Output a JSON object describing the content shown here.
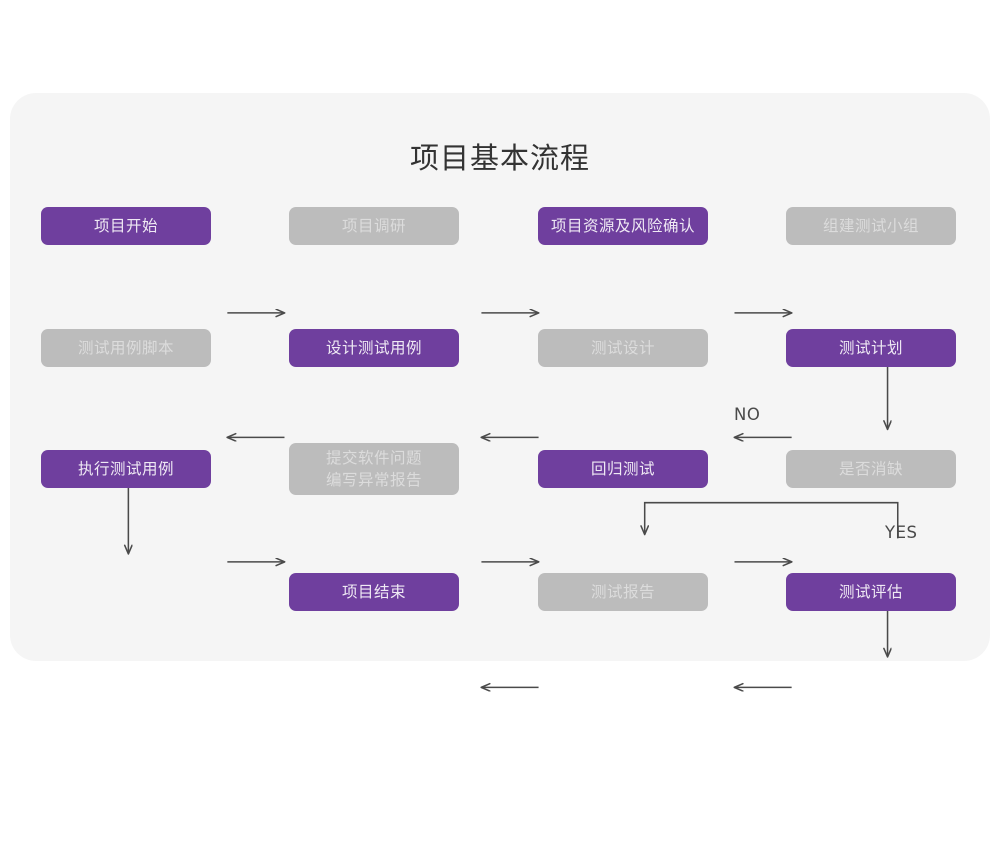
{
  "title": "项目基本流程",
  "colors": {
    "page_background": "#ffffff",
    "card_background": "#f5f5f5",
    "accent_purple": "#6f3f9e",
    "muted_gray": "#bcbcbc",
    "purple_text": "#efe9f4",
    "gray_text": "#dcdcdc",
    "arrow": "#4a4a4a",
    "title_text": "#333333"
  },
  "chart_data": {
    "type": "diagram",
    "diagram_type": "flowchart",
    "title": "项目基本流程",
    "nodes": [
      {
        "id": "n1",
        "label": "项目开始",
        "style": "purple",
        "row": 1,
        "col": 1
      },
      {
        "id": "n2",
        "label": "项目调研",
        "style": "gray",
        "row": 1,
        "col": 2
      },
      {
        "id": "n3",
        "label": "项目资源及风险确认",
        "style": "purple",
        "row": 1,
        "col": 3
      },
      {
        "id": "n4",
        "label": "组建测试小组",
        "style": "gray",
        "row": 1,
        "col": 4
      },
      {
        "id": "n5",
        "label": "测试用例脚本",
        "style": "gray",
        "row": 2,
        "col": 1
      },
      {
        "id": "n6",
        "label": "设计测试用例",
        "style": "purple",
        "row": 2,
        "col": 2
      },
      {
        "id": "n7",
        "label": "测试设计",
        "style": "gray",
        "row": 2,
        "col": 3
      },
      {
        "id": "n8",
        "label": "测试计划",
        "style": "purple",
        "row": 2,
        "col": 4
      },
      {
        "id": "n9",
        "label": "执行测试用例",
        "style": "purple",
        "row": 3,
        "col": 1
      },
      {
        "id": "n10",
        "label": "提交软件问题\n编写异常报告",
        "style": "gray",
        "row": 3,
        "col": 2
      },
      {
        "id": "n11",
        "label": "回归测试",
        "style": "purple",
        "row": 3,
        "col": 3
      },
      {
        "id": "n12",
        "label": "是否消缺",
        "style": "gray",
        "row": 3,
        "col": 4
      },
      {
        "id": "n13",
        "label": "项目结束",
        "style": "purple",
        "row": 4,
        "col": 2
      },
      {
        "id": "n14",
        "label": "测试报告",
        "style": "gray",
        "row": 4,
        "col": 3
      },
      {
        "id": "n15",
        "label": "测试评估",
        "style": "purple",
        "row": 4,
        "col": 4
      }
    ],
    "edges": [
      {
        "from": "n1",
        "to": "n2",
        "direction": "right",
        "label": ""
      },
      {
        "from": "n2",
        "to": "n3",
        "direction": "right",
        "label": ""
      },
      {
        "from": "n3",
        "to": "n4",
        "direction": "right",
        "label": ""
      },
      {
        "from": "n4",
        "to": "n8",
        "direction": "down",
        "label": ""
      },
      {
        "from": "n8",
        "to": "n7",
        "direction": "left",
        "label": ""
      },
      {
        "from": "n7",
        "to": "n6",
        "direction": "left",
        "label": ""
      },
      {
        "from": "n6",
        "to": "n5",
        "direction": "left",
        "label": ""
      },
      {
        "from": "n5",
        "to": "n9",
        "direction": "down",
        "label": ""
      },
      {
        "from": "n9",
        "to": "n10",
        "direction": "right",
        "label": ""
      },
      {
        "from": "n10",
        "to": "n11",
        "direction": "right",
        "label": ""
      },
      {
        "from": "n11",
        "to": "n12",
        "direction": "right",
        "label": ""
      },
      {
        "from": "n12",
        "to": "n11",
        "direction": "loop-up-left",
        "label": "NO"
      },
      {
        "from": "n12",
        "to": "n15",
        "direction": "down",
        "label": "YES"
      },
      {
        "from": "n15",
        "to": "n14",
        "direction": "left",
        "label": ""
      },
      {
        "from": "n14",
        "to": "n13",
        "direction": "left",
        "label": ""
      }
    ],
    "edge_labels": [
      "NO",
      "YES"
    ]
  },
  "labels": {
    "no": "NO",
    "yes": "YES"
  }
}
